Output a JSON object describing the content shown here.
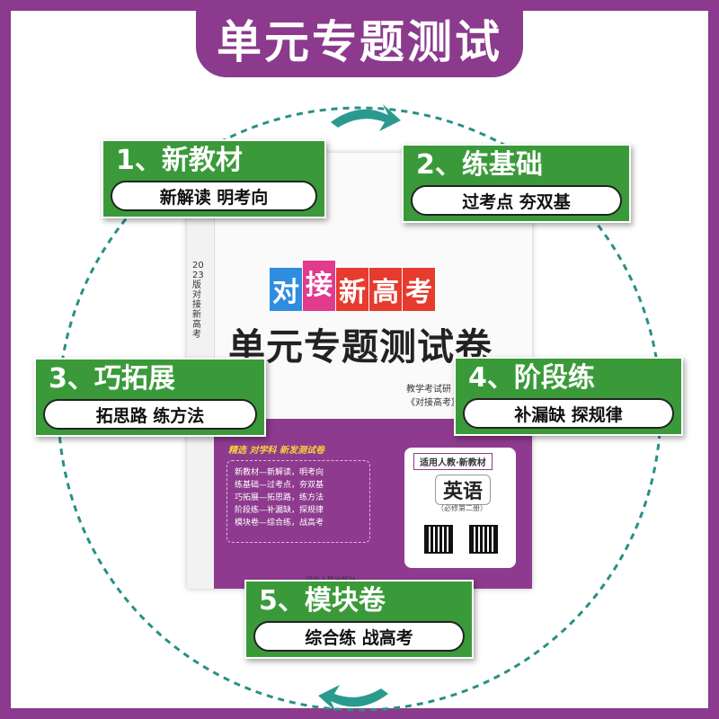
{
  "banner": {
    "title": "单元专题测试"
  },
  "colors": {
    "frame": "#8b3a8d",
    "card_green": "#3a9a3a",
    "ring": "#2a8f86"
  },
  "book": {
    "spine_text": "2023版 对接新高考",
    "top_chips": [
      "对",
      "接",
      "新",
      "高",
      "考"
    ],
    "title": "单元专题测试卷",
    "subtitle_lines": [
      "教学考试研",
      "《对接高考》"
    ],
    "slogan": "精选 对学科 新发测试卷",
    "features": [
      "新教材—新解读，明考向",
      "练基础—过考点，夯双基",
      "巧拓展—拓思路，练方法",
      "阶段练—补漏缺，探规律",
      "模块卷—综合练，战高考"
    ],
    "info_tag": "适用人教·新教材",
    "subject": "英语",
    "subject_note": "（必修第二册）",
    "publisher": "河北人民出版社"
  },
  "cards": [
    {
      "heading": "1、新教材",
      "pill": "新解读 明考向"
    },
    {
      "heading": "2、练基础",
      "pill": "过考点 夯双基"
    },
    {
      "heading": "3、巧拓展",
      "pill": "拓思路 练方法"
    },
    {
      "heading": "4、阶段练",
      "pill": "补漏缺 探规律"
    },
    {
      "heading": "5、模块卷",
      "pill": "综合练 战高考"
    }
  ]
}
